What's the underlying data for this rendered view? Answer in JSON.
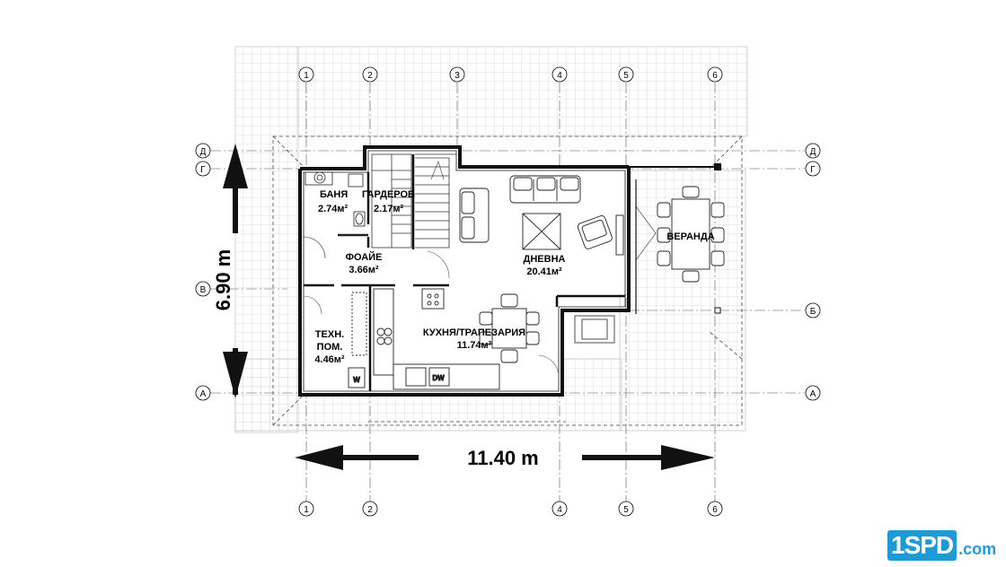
{
  "plan": {
    "rooms": [
      {
        "name": "БАНЯ",
        "area": "2.74м²"
      },
      {
        "name": "ГАРДЕРОБ",
        "area": "2.17м²"
      },
      {
        "name": "ФОАЙЕ",
        "area": "3.66м²"
      },
      {
        "name": "ДНЕВНА",
        "area": "20.41м²"
      },
      {
        "name": "ВЕРАНДА",
        "area": ""
      },
      {
        "name": "ТЕХН.",
        "area": "",
        "line2": "ПОМ.",
        "line3": "4.46м²"
      },
      {
        "name": "КУХНЯ/ТРАПЕЗАРИЯ",
        "area": "11.74м²"
      }
    ],
    "appliances": {
      "dishwasher": "DW",
      "washer": "W"
    },
    "dimensions": {
      "width": "11.40 m",
      "depth": "6.90 m"
    },
    "axes_numbers": [
      "1",
      "2",
      "3",
      "4",
      "5",
      "6"
    ],
    "axes_numbers_bottom": [
      "1",
      "2",
      "4",
      "5",
      "6"
    ],
    "axes_letters_left": [
      "Д",
      "Г",
      "В",
      "А"
    ],
    "axes_letters_right": [
      "Д",
      "Г",
      "Б",
      "А"
    ]
  },
  "logo": {
    "mark": "1SPD",
    "domain": ".com",
    "color": "#1e9bd7"
  }
}
